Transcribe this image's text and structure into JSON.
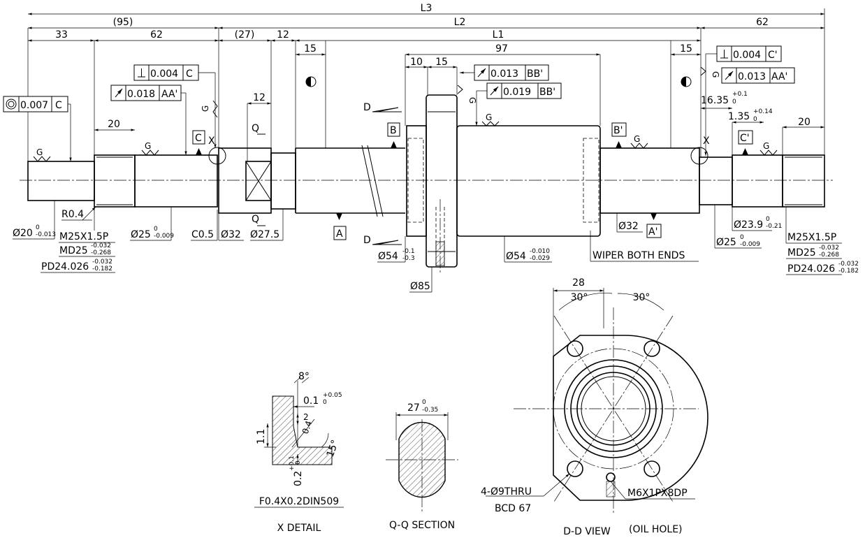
{
  "dims": {
    "L3": "L3",
    "L2": "L2",
    "L1": "L1",
    "d95": "(95)",
    "d62": "62",
    "d62r": "62",
    "d33": "33",
    "d27": "(27)",
    "d12": "12",
    "d15a": "15",
    "d97": "97",
    "d10": "10",
    "d15b": "15",
    "d15c": "15",
    "d12b": "12",
    "d20": "20",
    "d20b": "20",
    "d16_35": "16.35",
    "d1_35": "1.35"
  },
  "tolerances": {
    "perp_c": {
      "val": "0.004",
      "ref": "C"
    },
    "perp_c2": {
      "val": "0.004",
      "ref": "C'"
    },
    "runout_aa1": {
      "val": "0.018",
      "ref": "AA'"
    },
    "runout_aa2": {
      "val": "0.013",
      "ref": "AA'"
    },
    "runout_bb1": {
      "val": "0.013",
      "ref": "BB'"
    },
    "runout_bb2": {
      "val": "0.019",
      "ref": "BB'"
    },
    "conc_c": {
      "val": "0.007",
      "ref": "C"
    }
  },
  "datums": {
    "A": "A",
    "A2": "A'",
    "B": "B",
    "B2": "B'",
    "C": "C",
    "C2": "C'"
  },
  "labels": {
    "g": "G",
    "x": "X",
    "q": "Q",
    "d": "D",
    "r04": "R0.4",
    "c05": "C0.5",
    "dia20": "Ø20",
    "dia25": "Ø25",
    "dia25b": "Ø25",
    "dia32": "Ø32",
    "dia32b": "Ø32",
    "dia27_5": "Ø27.5",
    "dia54": "Ø54",
    "dia54b": "Ø54",
    "dia85": "Ø85",
    "dia23_9": "Ø23.9",
    "m25_left": "M25X1.5P",
    "md25_left": "MD25",
    "pd24_left": "PD24.026",
    "m25_right": "M25X1.5P",
    "md25_right": "MD25",
    "pd24_right": "PD24.026",
    "wiper": "WIPER BOTH ENDS"
  },
  "tol_sup": {
    "dia20_up": "0",
    "dia20_lo": "-0.013",
    "dia25_up": "0",
    "dia25_lo": "-0.009",
    "dia25b_up": "0",
    "dia25b_lo": "-0.009",
    "dia54_up": "-0.1",
    "dia54_lo": "-0.3",
    "dia54b_up": "-0.010",
    "dia54b_lo": "-0.029",
    "dia23_up": "0",
    "dia23_lo": "-0.21",
    "md_up": "-0.032",
    "md_lo": "-0.268",
    "pd_up": "-0.032",
    "pd_lo": "-0.182",
    "d16_up": "+0.1",
    "d16_lo": "0",
    "d135_up": "+0.14",
    "d135_lo": "0"
  },
  "x_detail": {
    "angle8": "8°",
    "d01": "0.1",
    "d01_up": "+0.05",
    "d01_lo": "0",
    "d2": "2",
    "d04": "0.4",
    "d11": "1.1",
    "angle15": "15°",
    "d02": "0.2",
    "d02_up": "+0.1",
    "d02_lo": "0",
    "note": "F0.4X0.2DIN509",
    "title": "X DETAIL"
  },
  "qq": {
    "dim": "27",
    "up": "0",
    "lo": "-0.35",
    "title": "Q-Q SECTION"
  },
  "dd": {
    "d28": "28",
    "a30a": "30°",
    "a30b": "30°",
    "holes": "4-Ø9THRU",
    "bcd": "BCD 67",
    "tap": "M6X1PX8DP",
    "oil": "(OIL HOLE)",
    "title": "D-D VIEW"
  }
}
